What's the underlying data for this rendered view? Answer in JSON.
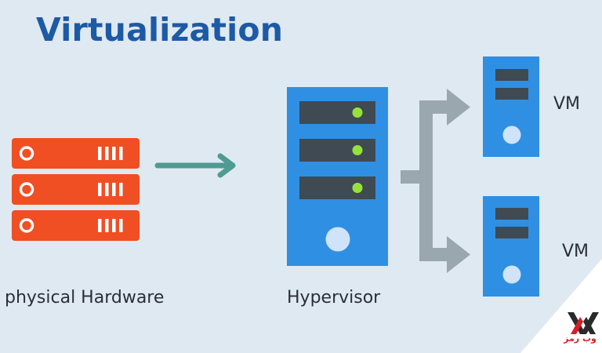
{
  "title": "Virtualization",
  "labels": {
    "physical_hardware": "physical Hardware",
    "hypervisor": "Hypervisor",
    "vm_top": "VM",
    "vm_bottom": "VM"
  },
  "logo_text": "وب رمز",
  "icons": {
    "physical_server": "server-rack-icon",
    "hypervisor": "server-tower-icon",
    "vm": "server-tower-icon",
    "logo": "webramz-logo-icon"
  },
  "colors": {
    "background": "#dfe9f2",
    "title": "#1d5aa6",
    "rack": "#f04e23",
    "tower": "#2f8fe3",
    "arrow_teal": "#4d9b92",
    "arrow_gray": "#9aa7af",
    "led": "#97e23a",
    "slot": "#3f4a52"
  }
}
